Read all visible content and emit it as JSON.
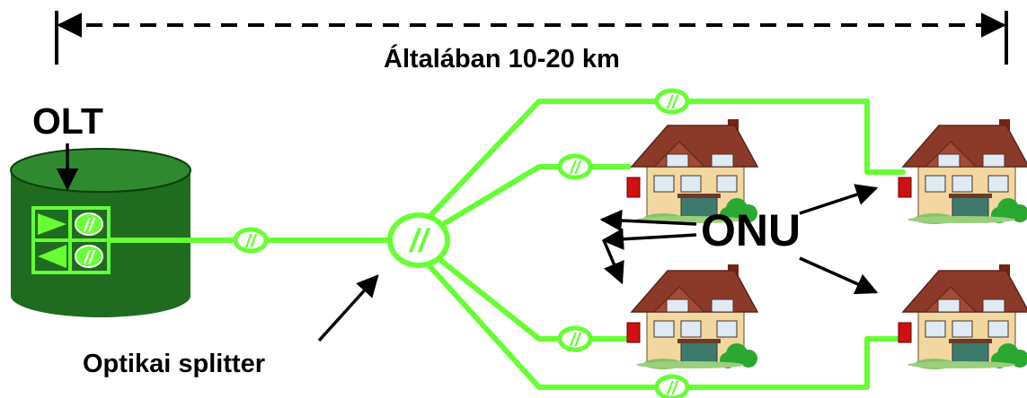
{
  "distance_label": "Általában 10-20 km",
  "olt_label": "OLT",
  "onu_label": "ONU",
  "splitter_label": "Optikai splitter",
  "connector_glyph": "//",
  "colors": {
    "fiber": "#66ff33",
    "olt_body": "#1f6b1f",
    "olt_top": "#2f8a2f",
    "roof": "#8b3a2a",
    "wall": "#f2d7a0",
    "chimney": "#7a2015",
    "bush": "#2aa830",
    "line": "#000000"
  }
}
